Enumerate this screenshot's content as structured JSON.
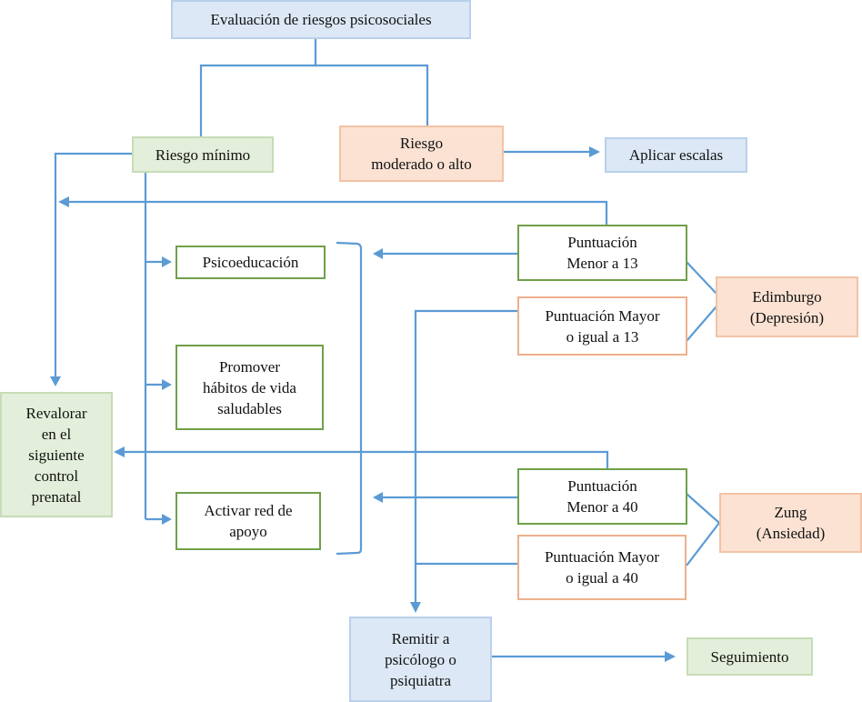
{
  "diagram": {
    "title": "Evaluación de riesgos psicosociales",
    "nodes": {
      "riesgo_minimo": "Riesgo mínimo",
      "riesgo_moderado": "Riesgo\nmoderado o alto",
      "aplicar_escalas": "Aplicar escalas",
      "psicoeducacion": "Psicoeducación",
      "promover_habitos": "Promover\nhábitos de vida\nsaludables",
      "activar_red": "Activar red de\napoyo",
      "revalorar": "Revalorar\nen el\nsiguiente\ncontrol\nprenatal",
      "edimburgo_menor": "Puntuación\nMenor a 13",
      "edimburgo_mayor": "Puntuación Mayor\no igual a 13",
      "edimburgo": "Edimburgo\n(Depresión)",
      "zung_menor": "Puntuación\nMenor a 40",
      "zung_mayor": "Puntuación Mayor\no igual a 40",
      "zung": "Zung\n(Ansiedad)",
      "remitir": "Remitir a\npsicólogo o\npsiquiatra",
      "seguimiento": "Seguimiento"
    },
    "colors": {
      "connector": "#5b9bd5",
      "blue_fill": "#dce8f5",
      "green_fill": "#e3efda",
      "orange_fill": "#fbe2d3",
      "green_border": "#70a04a",
      "orange_border": "#eeb08c"
    }
  }
}
